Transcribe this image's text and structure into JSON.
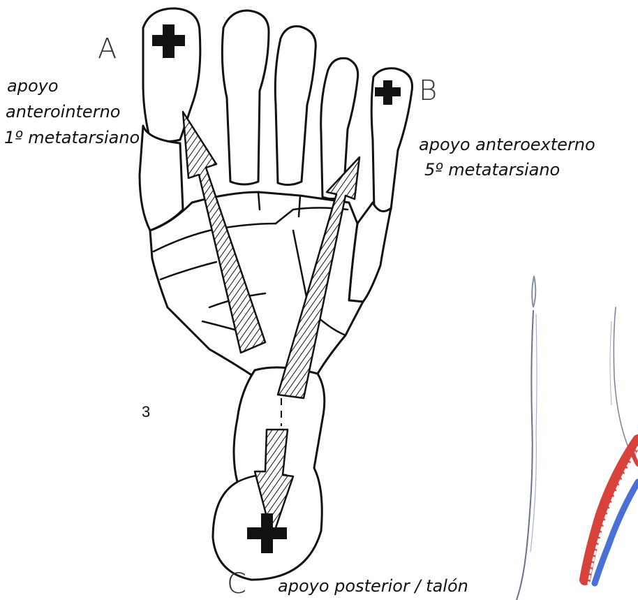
{
  "points": {
    "a": {
      "letter": "A",
      "label_lines": [
        "apoyo",
        "anterointerno",
        "1º metatarsiano"
      ]
    },
    "b": {
      "letter": "B",
      "label_lines": [
        "apoyo anteroexterno",
        "5º metatarsiano"
      ]
    },
    "c": {
      "letter": "C",
      "label": "apoyo posterior / talón"
    }
  },
  "figure_number": "3",
  "colors": {
    "outline": "#111111",
    "cross": "#111111",
    "sketch_red": "#d8423a",
    "sketch_blue": "#4a6fd6",
    "sketch_gray": "#8a8fa8"
  }
}
